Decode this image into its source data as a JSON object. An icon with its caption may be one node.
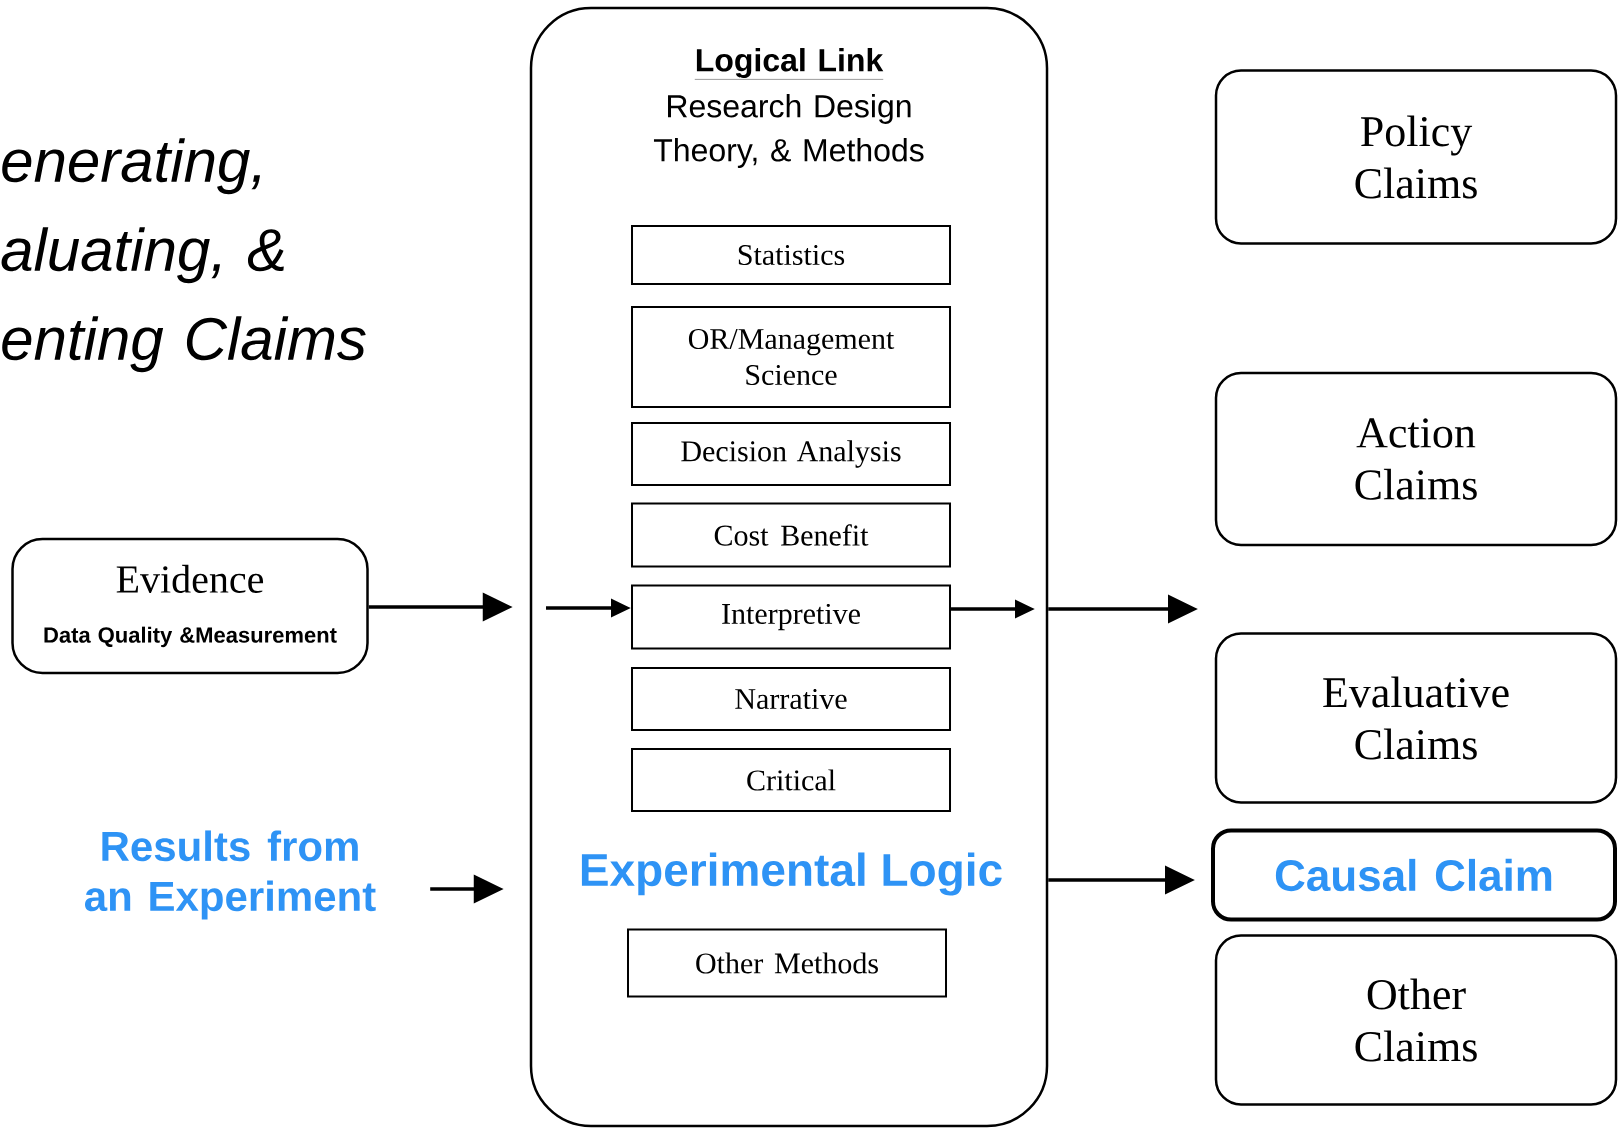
{
  "diagram": {
    "title": "enerating, aluating, & enting Claims",
    "nodes": [
      {
        "text": [
          "Evidence",
          "Data Quality &Measurement"
        ]
      },
      {
        "text": [
          "Results from an Experiment"
        ]
      },
      {
        "text": [
          "Logical Link",
          "Research Design Theory, & Methods"
        ]
      },
      {
        "text": [
          "Statistics"
        ],
        "in": 2
      },
      {
        "text": [
          "OR/Management Science"
        ],
        "in": 2
      },
      {
        "text": [
          "Decision Analysis"
        ],
        "in": 2
      },
      {
        "text": [
          "Cost Benefit"
        ],
        "in": 2
      },
      {
        "text": [
          "Interpretive"
        ],
        "in": 2
      },
      {
        "text": [
          "Narrative"
        ],
        "in": 2
      },
      {
        "text": [
          "Critical"
        ],
        "in": 2
      },
      {
        "text": [
          "Other Methods"
        ],
        "in": 2
      },
      {
        "text": [
          "Policy Claims"
        ]
      },
      {
        "text": [
          "Action Claims"
        ]
      },
      {
        "text": [
          "Evaluative Claims"
        ]
      },
      {
        "text": [
          "Causal Claim"
        ]
      },
      {
        "text": [
          "Other Claims"
        ]
      }
    ],
    "edges": [
      {
        "from": 0,
        "to": 2,
        "arrow": "to"
      },
      {
        "from": null,
        "to": 7,
        "arrow": "to"
      },
      {
        "from": 7,
        "to": null,
        "arrow": "to"
      },
      {
        "from": 2,
        "to": null,
        "arrow": "to"
      },
      {
        "from": 1,
        "to": 2,
        "arrow": "to"
      },
      {
        "from": 2,
        "to": 14,
        "arrow": "to"
      }
    ],
    "labels": [
      "Experimental Logic"
    ]
  }
}
